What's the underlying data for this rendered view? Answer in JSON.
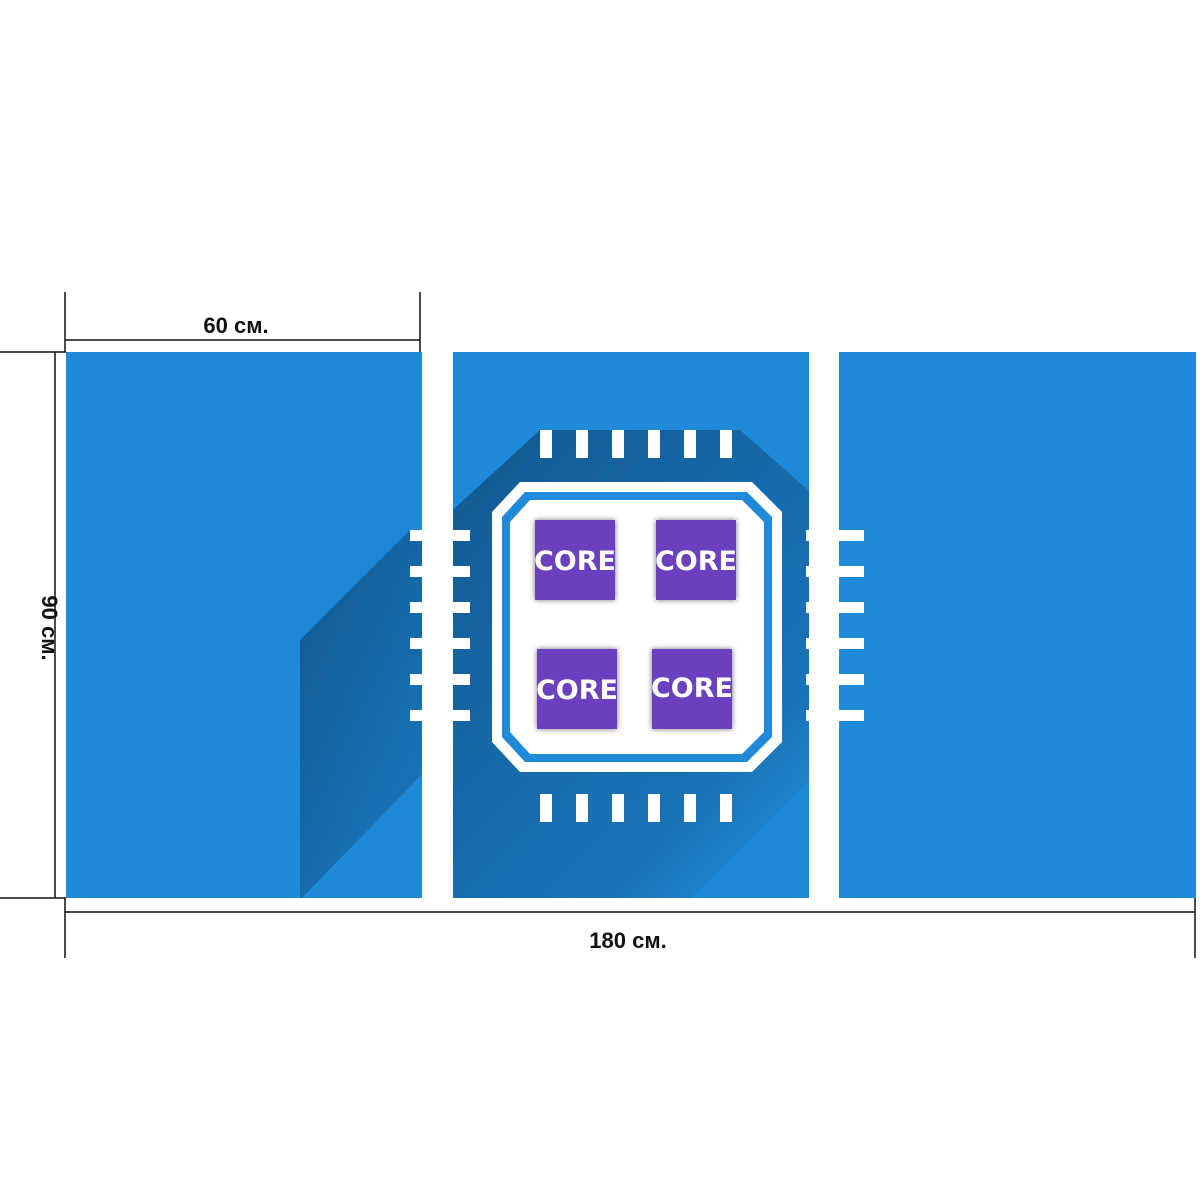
{
  "dimensions": {
    "panel_width": "60 см.",
    "total_width": "180 см.",
    "height": "90 см."
  },
  "chip": {
    "cores": [
      "CORE",
      "CORE",
      "CORE",
      "CORE"
    ]
  },
  "colors": {
    "panel_blue": "#1e8ad9",
    "shadow_blue": "#155f9a",
    "core_purple": "#6a3fbe",
    "pin_white": "#ffffff",
    "dimension_line": "#111111"
  }
}
